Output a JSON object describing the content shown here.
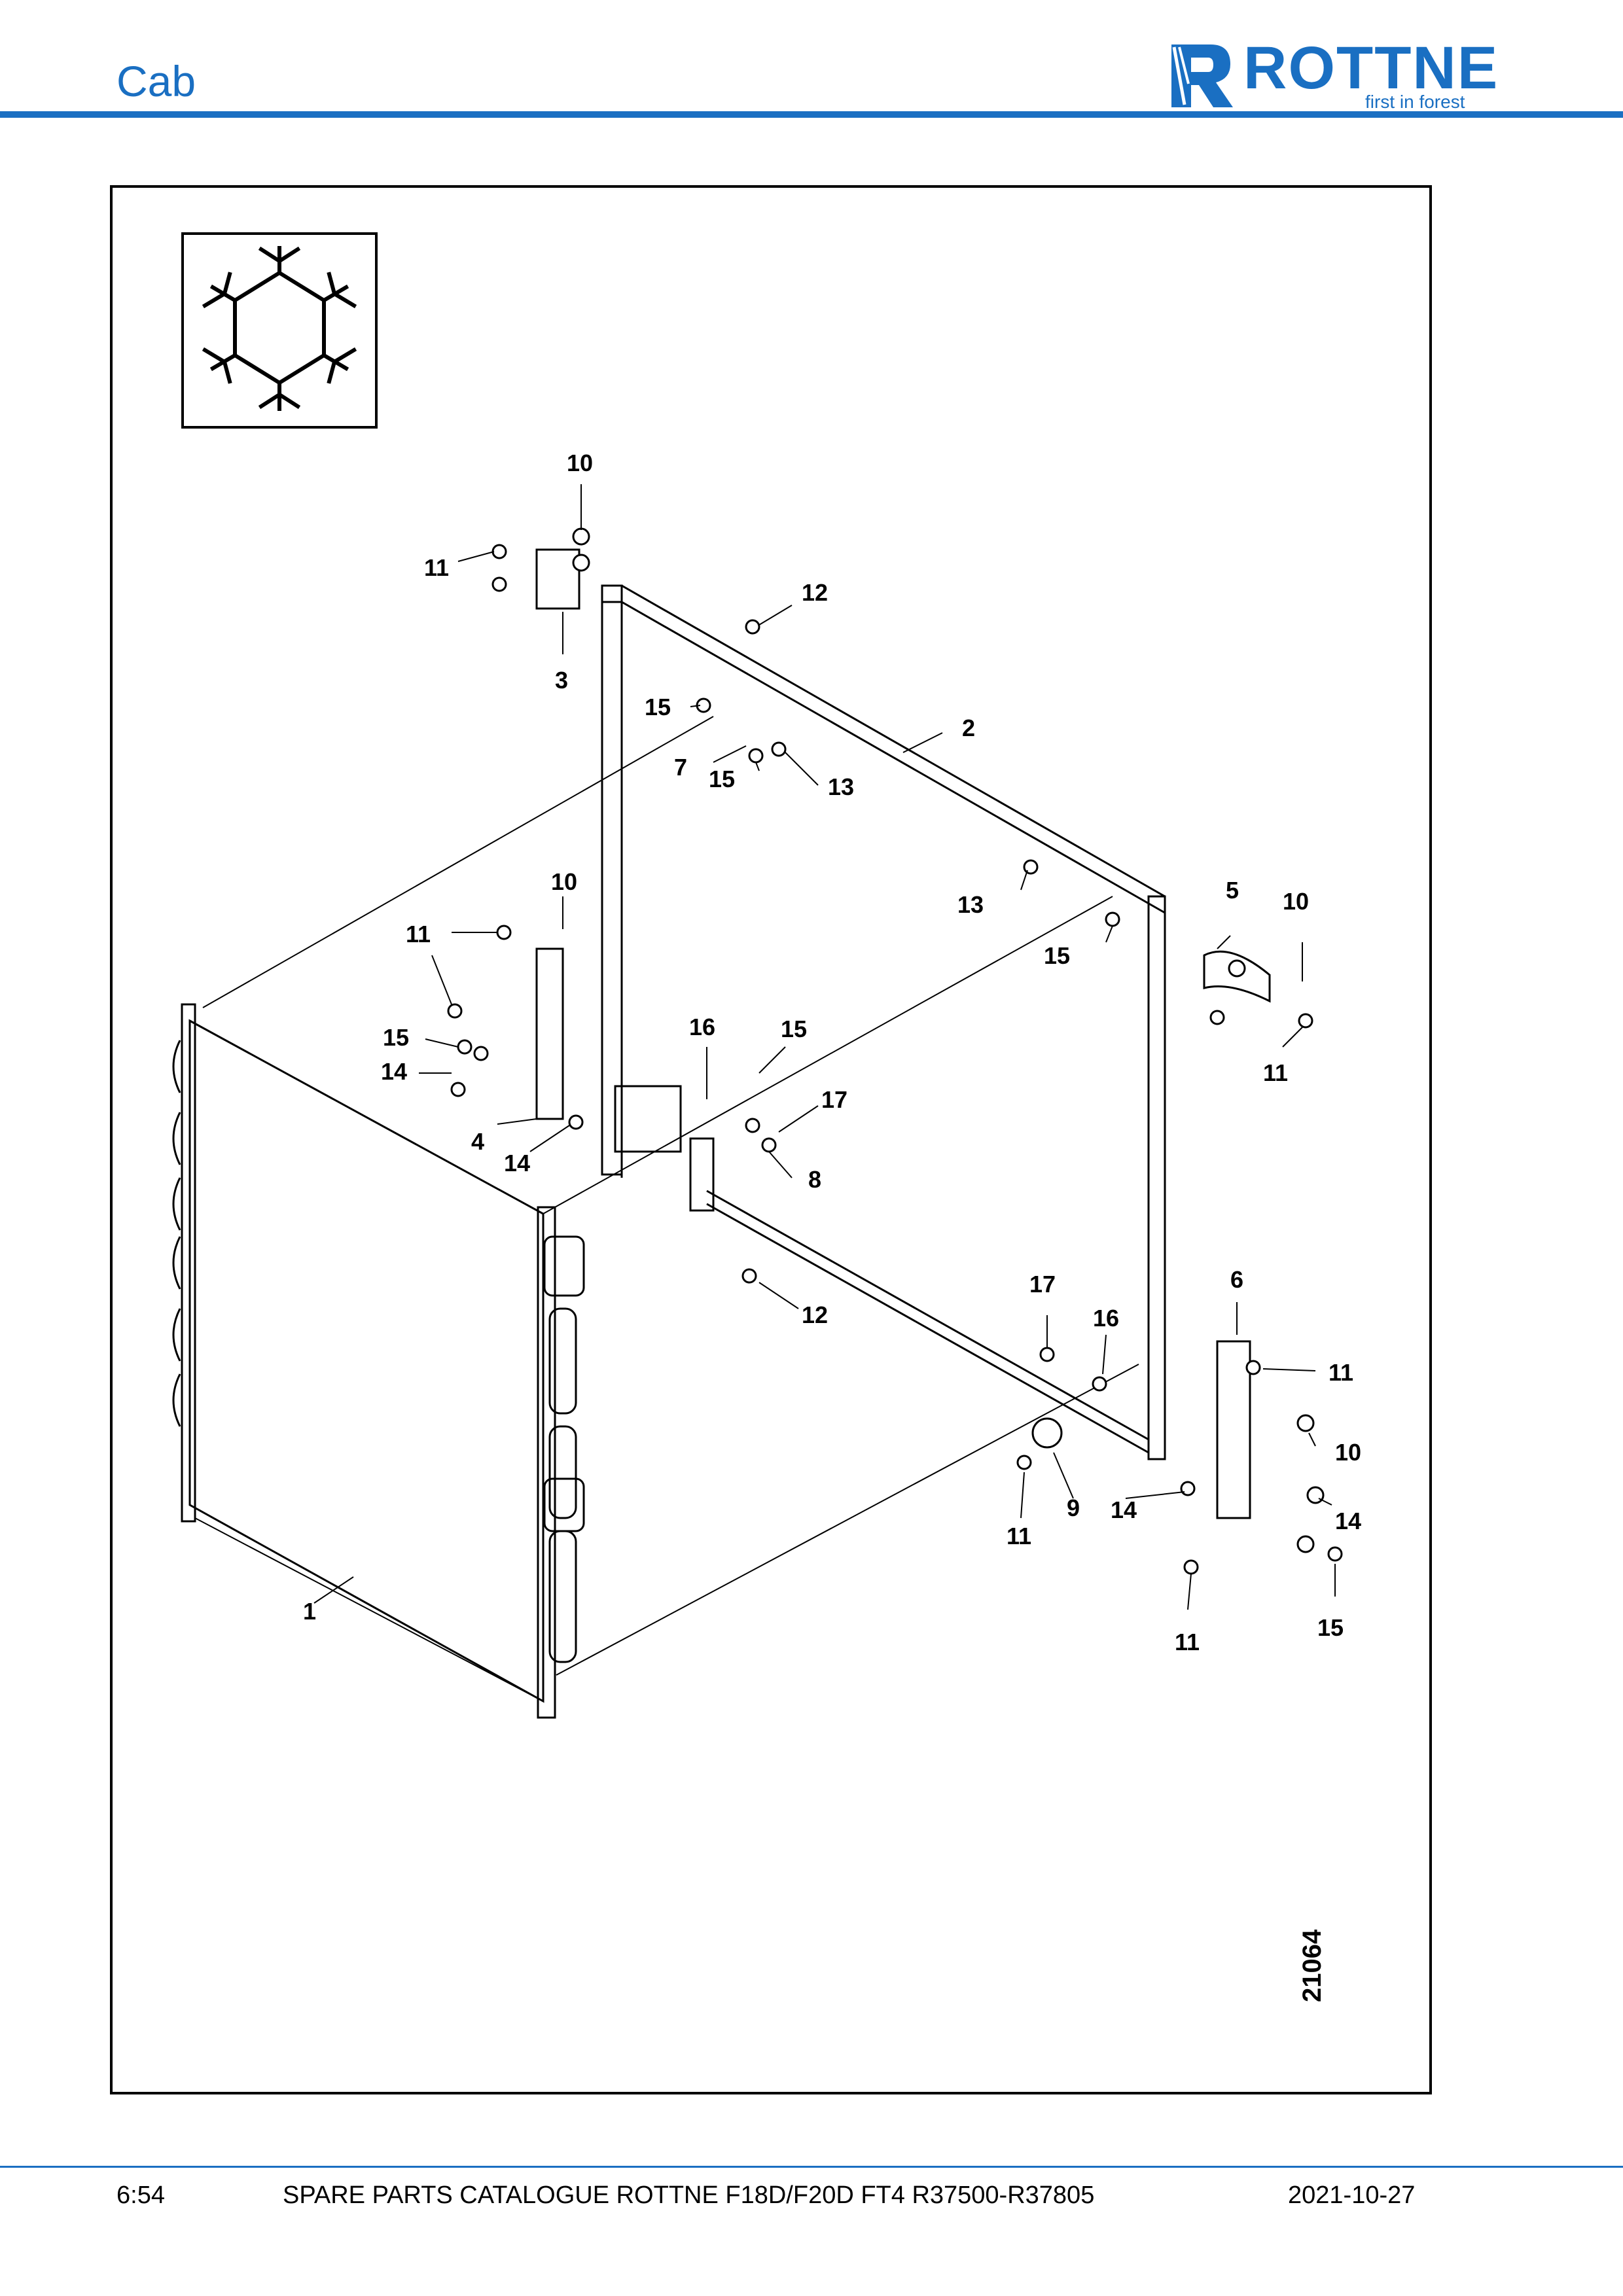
{
  "header": {
    "section_title": "Cab",
    "logo_name": "ROTTNE",
    "logo_tagline": "first in forest",
    "brand_color": "#1a6fc2"
  },
  "drawing": {
    "symbol_icon": "snowflake-icon",
    "figure_number": "21064",
    "callouts": [
      "1",
      "2",
      "3",
      "4",
      "5",
      "6",
      "7",
      "8",
      "9",
      "10",
      "11",
      "12",
      "13",
      "14",
      "15",
      "16",
      "17"
    ]
  },
  "footer": {
    "page": "6:54",
    "title": "SPARE PARTS CATALOGUE ROTTNE F18D/F20D FT4 R37500-R37805",
    "date": "2021-10-27"
  }
}
